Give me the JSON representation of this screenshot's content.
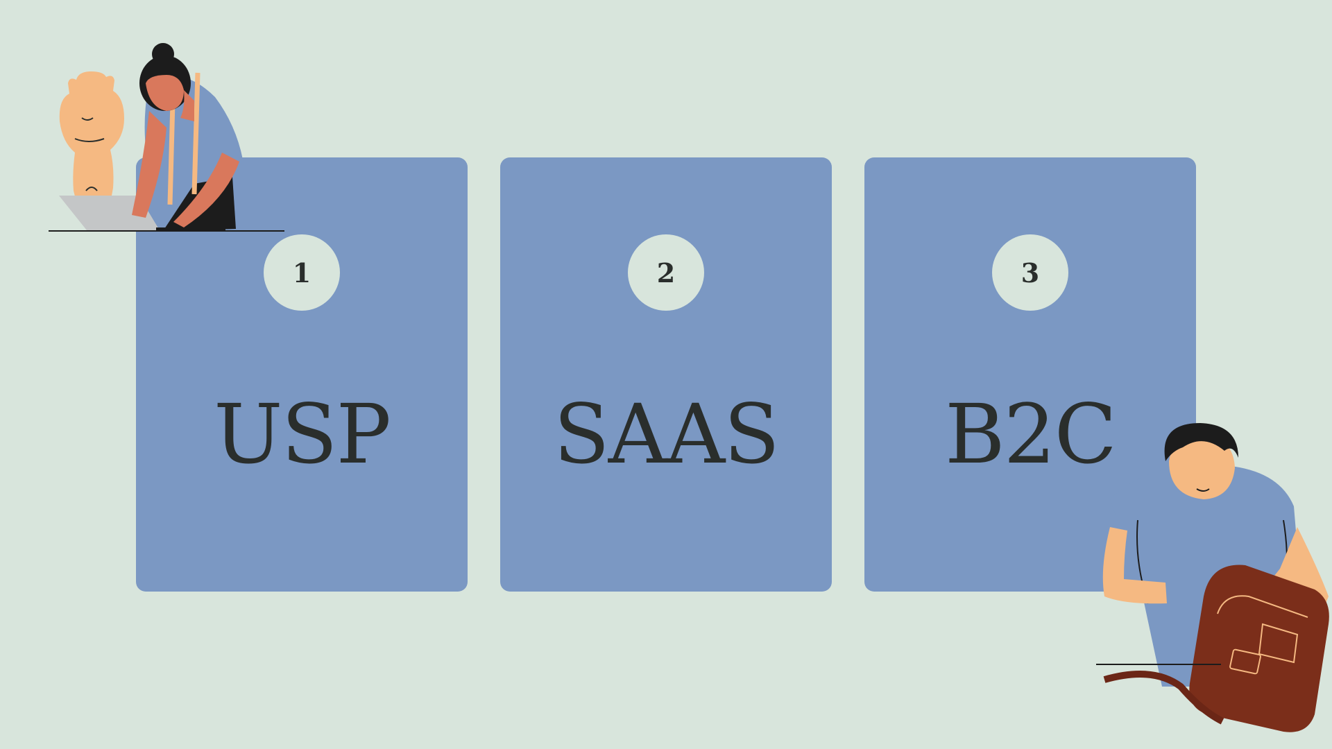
{
  "cards": [
    {
      "number": "1",
      "label": "USP"
    },
    {
      "number": "2",
      "label": "SAAS"
    },
    {
      "number": "3",
      "label": "B2C"
    }
  ],
  "colors": {
    "background": "#d8e5dc",
    "card": "#7b98c3",
    "text": "#2a2e2c"
  },
  "illustrations": {
    "top_left": "tailor-at-laptop-illustration",
    "bottom_right": "man-opening-bag-illustration"
  }
}
